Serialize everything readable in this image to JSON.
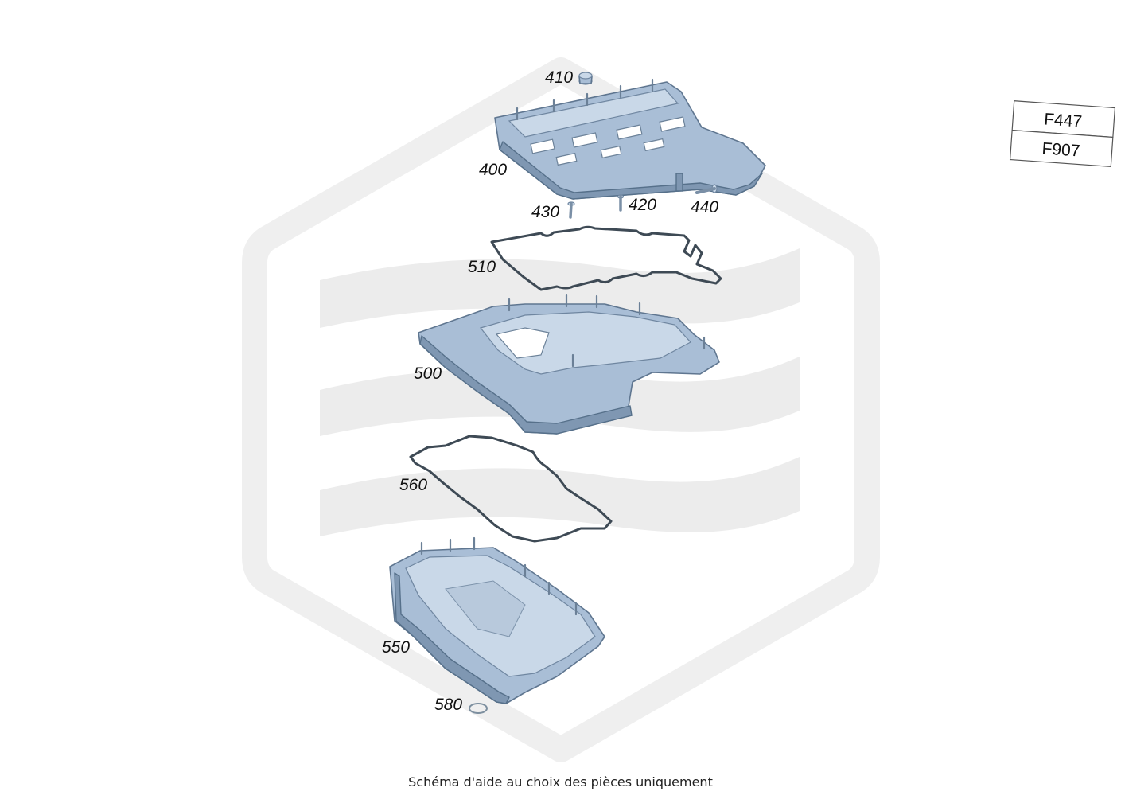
{
  "model_codes": [
    "F447",
    "F907"
  ],
  "parts": [
    {
      "number": "410",
      "name_icon": "plug-icon"
    },
    {
      "number": "400",
      "name_icon": "upper-oil-pan-icon"
    },
    {
      "number": "430",
      "name_icon": "bolt-icon"
    },
    {
      "number": "420",
      "name_icon": "bolt-icon"
    },
    {
      "number": "440",
      "name_icon": "bolt-icon"
    },
    {
      "number": "510",
      "name_icon": "gasket-icon"
    },
    {
      "number": "500",
      "name_icon": "middle-oil-pan-icon"
    },
    {
      "number": "560",
      "name_icon": "gasket-icon"
    },
    {
      "number": "550",
      "name_icon": "lower-oil-pan-icon"
    },
    {
      "number": "580",
      "name_icon": "seal-ring-icon"
    }
  ],
  "caption": "Schéma d'aide au choix des pièces uniquement",
  "colors": {
    "part_fill": "#a9bed6",
    "part_stroke": "#5f7690",
    "gasket": "#3e4a55",
    "watermark": "#ebebeb"
  }
}
